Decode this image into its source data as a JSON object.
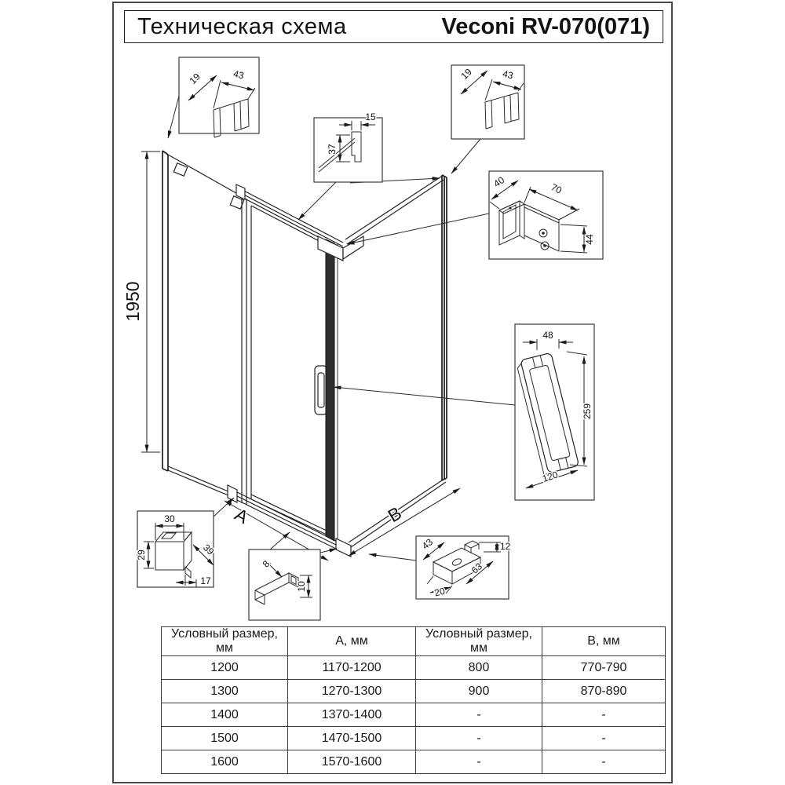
{
  "header": {
    "title": "Техническая схема",
    "model": "Veconi RV-070(071)"
  },
  "diagram": {
    "height_mm": "1950",
    "width_label": "A",
    "depth_label": "B",
    "callouts": {
      "left_wall_profile": {
        "depth": "19",
        "width": "43"
      },
      "top_rail_profile": {
        "width": "15",
        "height": "37"
      },
      "right_wall_profile": {
        "depth": "19",
        "width": "43"
      },
      "corner_bracket": {
        "width": "40",
        "length": "70",
        "height": "44"
      },
      "door_handle": {
        "width": "48",
        "height": "259",
        "length": "120"
      },
      "wall_block": {
        "width": "30",
        "height": "29",
        "depth": "39",
        "base": "17"
      },
      "bottom_profile": {
        "size": "8",
        "height": "10"
      },
      "roller_block": {
        "width": "43",
        "tab": "12",
        "length": "63",
        "depth": "20"
      }
    }
  },
  "table": {
    "headers": [
      "Условный размер, мм",
      "А, мм",
      "Условный размер, мм",
      "В, мм"
    ],
    "rows": [
      [
        "1200",
        "1170-1200",
        "800",
        "770-790"
      ],
      [
        "1300",
        "1270-1300",
        "900",
        "870-890"
      ],
      [
        "1400",
        "1370-1400",
        "-",
        "-"
      ],
      [
        "1500",
        "1470-1500",
        "-",
        "-"
      ],
      [
        "1600",
        "1570-1600",
        "-",
        "-"
      ]
    ]
  }
}
